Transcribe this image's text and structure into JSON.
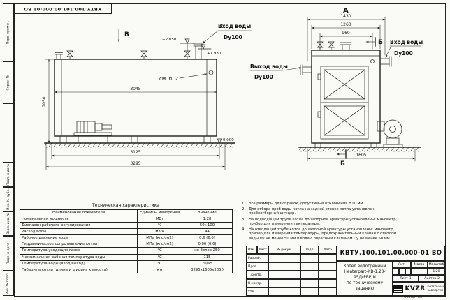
{
  "frame": {
    "stamp_top": "КВТУ.100.101.00.000-01 ВО",
    "left_labels": [
      "Перв. примен.",
      "Справ. №",
      "",
      "Подп. и дата",
      "Инв. № дубл.",
      "Взам. инв. №",
      "Подп. и дата",
      "Инв. № подл."
    ],
    "format_label": "Формат А3"
  },
  "side_view": {
    "view_letter": "В",
    "see_note": "см. п. 2",
    "inlet_line1": "Вход воды",
    "inlet_line2": "Dy100",
    "level_top": "+2.050",
    "level_mid": "+1.930",
    "level_zero": "0.000",
    "dim_shell": "3045",
    "dim_frame": "3125",
    "dim_overall": "3295",
    "dim_height": "2050"
  },
  "front_view": {
    "view_letter": "А",
    "section_letter_top": "Б",
    "section_letter_bottom": "Б",
    "outlet_line1": "Выход воды",
    "outlet_line2": "Dy100",
    "inlet_line1": "Вход воды",
    "inlet_line2": "Dy100",
    "dim_w1": "1430",
    "dim_w2": "1260",
    "dim_w3": "960",
    "dim_overall": "1605"
  },
  "notes": [
    {
      "num": "1",
      "text": "Все размеры для справок, допустимые отклонения ±10 мм."
    },
    {
      "num": "2",
      "text": "Для отбора проб воды котла на задней стенке котла установлен пробоотборный штуцер."
    },
    {
      "num": "3",
      "text": "На подводящей трубе котла до запорной арматуры установлены: манометр, прибор для измерения температуры."
    },
    {
      "num": "4",
      "text": "На отводящей трубе котла до запорной арматуры установлены: манометр, прибор для измерения температуры, предохранительный клапан с отводом воды Dy не менее 50 мм и вода с обратным клапаном Dy не менее 50 мм."
    }
  ],
  "tech_table": {
    "title": "Техническая характеристика",
    "col_name": "Наименование показателя",
    "col_unit": "Единицы измерения",
    "col_value": "Значение",
    "rows": [
      {
        "name": "Номинальная мощность",
        "unit": "МВт",
        "value": "1,28"
      },
      {
        "name": "Диапазон рабочего регулирования",
        "unit": "%",
        "value": "50÷100"
      },
      {
        "name": "Расход воды",
        "unit": "м3/ч",
        "value": "44"
      },
      {
        "name": "Рабочее давление воды",
        "unit": "МПа (кгс/см2)",
        "value": "0,6 (6,0)"
      },
      {
        "name": "Гидравлическое сопротивление котла",
        "unit": "МПа (кгс/см2)",
        "value": "0,06 (0,6)"
      },
      {
        "name": "Температура уходящих газов",
        "unit": "°С",
        "value": "не более 250"
      },
      {
        "name": "Максимальная рабочая температура воды",
        "unit": "°С",
        "value": "115"
      },
      {
        "name": "Температура воды (вход/выход)",
        "unit": "°С",
        "value": "70/95"
      },
      {
        "name": "Габариты котла (длина и ширина х высота)",
        "unit": "мм",
        "value": "3295х1605х2050"
      }
    ]
  },
  "title_block": {
    "designation": "КВТУ.100.101.00.000-01 ВО",
    "col_izm": "Изм.",
    "col_list": "Лист",
    "col_doc": "№ докум.",
    "col_sign": "Подп.",
    "col_date": "Дата",
    "row_develop": "Разраб.",
    "row_check": "Пров.",
    "row_tcontr": "Т.контр.",
    "row_ncontr": "Н.контр.",
    "row_approve": "Утв.",
    "name_line1": "Котел водогрейный",
    "name_line2": "Heaterpart-КВ-1,28-95Д(РВР)И",
    "name_line3": "по техническому заданию",
    "lit_label": "Лит.",
    "mass_label": "Масса",
    "scale_label": "Масштаб",
    "scale_value": "1:20",
    "sheet_label": "Лист",
    "sheet_value": "1",
    "sheets_label": "Листов",
    "sheets_value": "2",
    "logo_text": "KVZR",
    "company_line1": "КОТЕЛЬНЫЙ",
    "company_line2": "ЗАВОД РЭП"
  }
}
